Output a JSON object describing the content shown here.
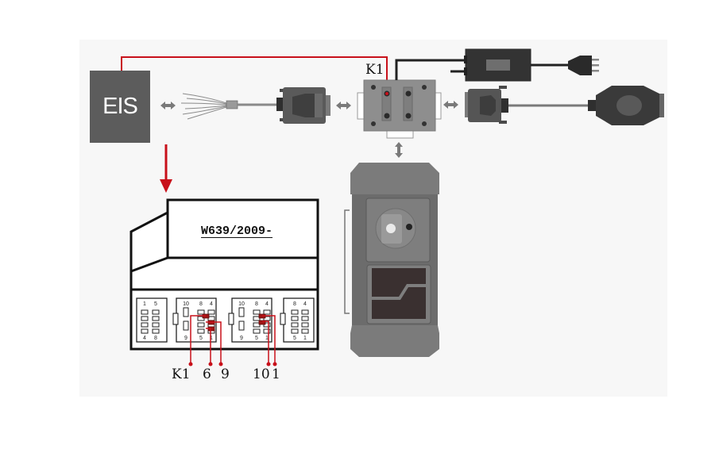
{
  "diagram": {
    "title": "EIS connection diagram",
    "colors": {
      "wire_red": "#c8101a",
      "device_gray": "#6b6b6b",
      "dark_gray": "#3a3a3a",
      "pin_red": "#a01515"
    },
    "nodes": {
      "eis": {
        "label": "EIS"
      },
      "k1_adapter": {
        "label": "K1"
      },
      "vehicle_model": {
        "label": "W639/2009-"
      },
      "power_adapter": {
        "label": ""
      },
      "obd_cable": {
        "label": ""
      },
      "main_unit": {
        "label": ""
      }
    },
    "connectors": [
      {
        "id": "c1",
        "top_pins": [
          "1",
          "5"
        ],
        "bottom_pins": [
          "4",
          "8"
        ]
      },
      {
        "id": "c2",
        "top_pins": [
          "10",
          "8",
          "4"
        ],
        "bottom_pins": [
          "9",
          "5",
          "1"
        ]
      },
      {
        "id": "c3",
        "top_pins": [
          "10",
          "8",
          "4"
        ],
        "bottom_pins": [
          "9",
          "5",
          "1"
        ]
      },
      {
        "id": "c4",
        "top_pins": [
          "8",
          "4"
        ],
        "bottom_pins": [
          "5",
          "1"
        ]
      }
    ],
    "pin_labels": [
      "K1",
      "6",
      "9",
      "10",
      "1"
    ],
    "connections": [
      {
        "from": "EIS",
        "to": "K1",
        "type": "red wire"
      },
      {
        "from": "EIS",
        "to": "connector detail",
        "type": "red arrow"
      },
      {
        "from": "EIS",
        "to": "flying-lead DB15 cable",
        "type": "bidirectional"
      },
      {
        "from": "DB15 cable",
        "to": "K1",
        "type": "bidirectional"
      },
      {
        "from": "K1",
        "to": "OBD cable",
        "type": "bidirectional"
      },
      {
        "from": "K1",
        "to": "Main unit",
        "type": "bidirectional"
      },
      {
        "from": "Power adapter",
        "to": "K1",
        "type": "power cable"
      }
    ]
  }
}
